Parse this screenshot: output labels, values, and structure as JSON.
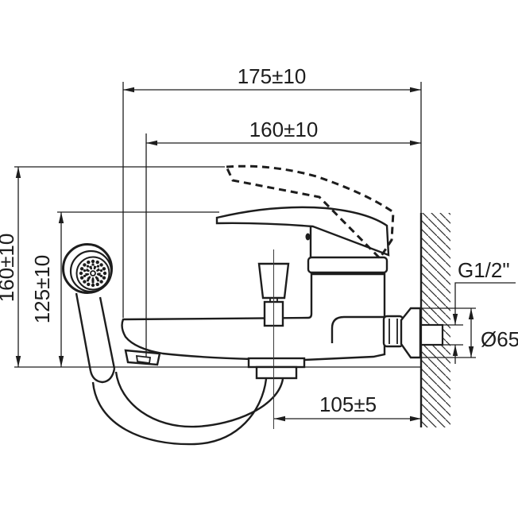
{
  "drawing": {
    "type": "technical-dimension-drawing",
    "subject": "wall-mounted bath mixer faucet with hand shower, side view",
    "colors": {
      "line": "#1d1d1d",
      "background": "#ffffff"
    },
    "dimensions": {
      "overall_width": "175±10",
      "inner_width": "160±10",
      "overall_height": "160±10",
      "handle_height": "125±10",
      "spout_reach": "105±5",
      "thread_size": "G1/2\"",
      "flange_diameter": "Ø65"
    }
  }
}
